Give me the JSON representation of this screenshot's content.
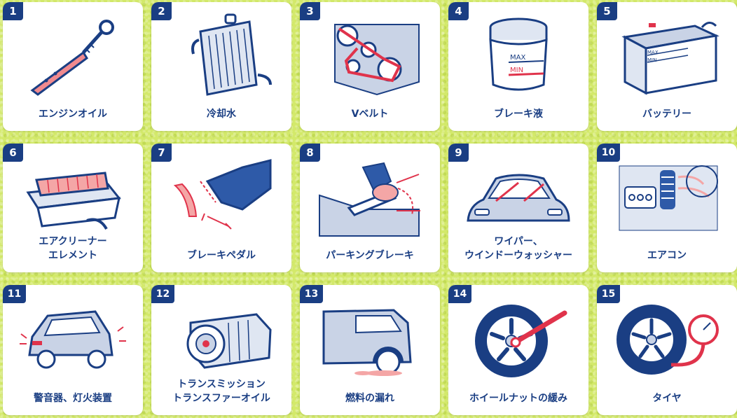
{
  "colors": {
    "badge": "#1a3e83",
    "label": "#1a3e83",
    "accent_red": "#e0334b",
    "line_blue": "#2e5aa8",
    "fill_light": "#dfe6f2"
  },
  "items": [
    {
      "number": "1",
      "lines": [
        "エンジンオイル"
      ],
      "icon": "dipstick-icon"
    },
    {
      "number": "2",
      "lines": [
        "冷却水"
      ],
      "icon": "radiator-icon"
    },
    {
      "number": "3",
      "lines": [
        "Vベルト"
      ],
      "icon": "v-belt-icon"
    },
    {
      "number": "4",
      "lines": [
        "ブレーキ液"
      ],
      "icon": "brake-fluid-reservoir-icon",
      "tank_labels": [
        "MAX",
        "MIN"
      ]
    },
    {
      "number": "5",
      "lines": [
        "バッテリー"
      ],
      "icon": "battery-icon",
      "tank_labels": [
        "MAX",
        "MIN"
      ]
    },
    {
      "number": "6",
      "lines": [
        "エアクリーナー",
        "エレメント"
      ],
      "icon": "air-cleaner-icon"
    },
    {
      "number": "7",
      "lines": [
        "ブレーキペダル"
      ],
      "icon": "brake-pedal-icon"
    },
    {
      "number": "8",
      "lines": [
        "パーキングブレーキ"
      ],
      "icon": "parking-brake-icon"
    },
    {
      "number": "9",
      "lines": [
        "ワイパー、",
        "ウインドーウォッシャー"
      ],
      "icon": "wiper-icon"
    },
    {
      "number": "10",
      "lines": [
        "エアコン"
      ],
      "icon": "air-conditioner-icon"
    },
    {
      "number": "11",
      "lines": [
        "警音器、灯火装置"
      ],
      "icon": "car-lights-icon"
    },
    {
      "number": "12",
      "lines": [
        "トランスミッション",
        "トランスファーオイル"
      ],
      "icon": "transmission-icon"
    },
    {
      "number": "13",
      "lines": [
        "燃料の漏れ"
      ],
      "icon": "fuel-leak-icon"
    },
    {
      "number": "14",
      "lines": [
        "ホイールナットの緩み"
      ],
      "icon": "wheel-nut-icon"
    },
    {
      "number": "15",
      "lines": [
        "タイヤ"
      ],
      "icon": "tire-pressure-icon"
    }
  ]
}
